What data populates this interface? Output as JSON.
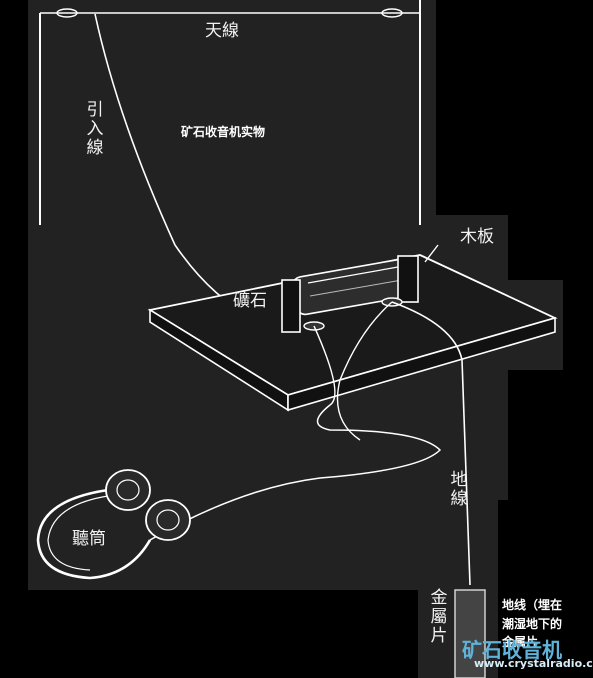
{
  "caption": "矿石收音机实物",
  "labels": {
    "antenna": "天線",
    "lead_in": "引入線",
    "board": "木板",
    "crystal": "礦石",
    "earphone": "聽筒",
    "ground_wire": "地線",
    "metal_plate": "金屬片"
  },
  "note": "地线（埋在潮湿地下的金属片",
  "watermark": {
    "title": "矿石收音机",
    "url": "www.crystalradio.cn"
  },
  "colors": {
    "background": "#000000",
    "lines": "#ffffff",
    "board_fill": "#1a1a1a",
    "watermark_title": "#5fb3d9"
  }
}
